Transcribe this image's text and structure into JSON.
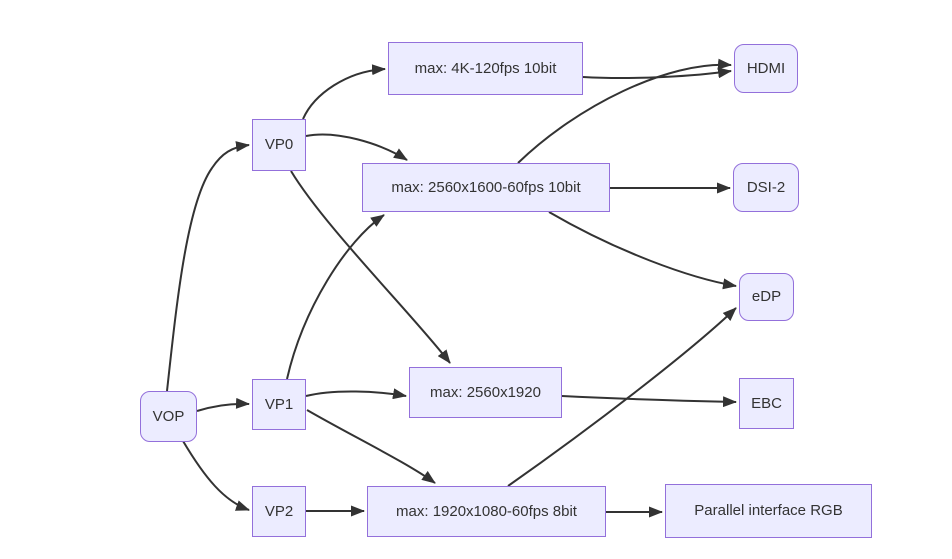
{
  "diagram": {
    "type": "flowchart",
    "direction": "left-to-right",
    "colors": {
      "background": "#ffffff",
      "node_fill": "#ECECFF",
      "node_border": "#9370DB",
      "edge": "#333333",
      "text": "#333333"
    },
    "nodes": {
      "vop": {
        "label": "VOP",
        "shape": "rounded"
      },
      "vp0": {
        "label": "VP0",
        "shape": "rect"
      },
      "vp1": {
        "label": "VP1",
        "shape": "rect"
      },
      "vp2": {
        "label": "VP2",
        "shape": "rect"
      },
      "max4k": {
        "label": "max: 4K-120fps 10bit",
        "shape": "rect"
      },
      "max2560x1600": {
        "label": "max: 2560x1600-60fps 10bit",
        "shape": "rect"
      },
      "max2560x1920": {
        "label": "max: 2560x1920",
        "shape": "rect"
      },
      "max1920x1080": {
        "label": "max: 1920x1080-60fps 8bit",
        "shape": "rect"
      },
      "hdmi": {
        "label": "HDMI",
        "shape": "rounded"
      },
      "dsi2": {
        "label": "DSI-2",
        "shape": "rounded"
      },
      "edp": {
        "label": "eDP",
        "shape": "rounded"
      },
      "ebc": {
        "label": "EBC",
        "shape": "rect"
      },
      "parallel": {
        "label": "Parallel interface RGB",
        "shape": "rect"
      }
    },
    "edges": [
      {
        "from": "vop",
        "to": "vp0"
      },
      {
        "from": "vop",
        "to": "vp1"
      },
      {
        "from": "vop",
        "to": "vp2"
      },
      {
        "from": "vp0",
        "to": "max4k"
      },
      {
        "from": "vp0",
        "to": "max2560x1600"
      },
      {
        "from": "vp0",
        "to": "max2560x1920"
      },
      {
        "from": "vp1",
        "to": "max2560x1600"
      },
      {
        "from": "vp1",
        "to": "max2560x1920"
      },
      {
        "from": "vp1",
        "to": "max1920x1080"
      },
      {
        "from": "vp2",
        "to": "max1920x1080"
      },
      {
        "from": "max4k",
        "to": "hdmi"
      },
      {
        "from": "max2560x1600",
        "to": "hdmi"
      },
      {
        "from": "max2560x1600",
        "to": "dsi2"
      },
      {
        "from": "max2560x1600",
        "to": "edp"
      },
      {
        "from": "max2560x1920",
        "to": "ebc"
      },
      {
        "from": "max1920x1080",
        "to": "edp"
      },
      {
        "from": "max1920x1080",
        "to": "parallel"
      }
    ]
  }
}
